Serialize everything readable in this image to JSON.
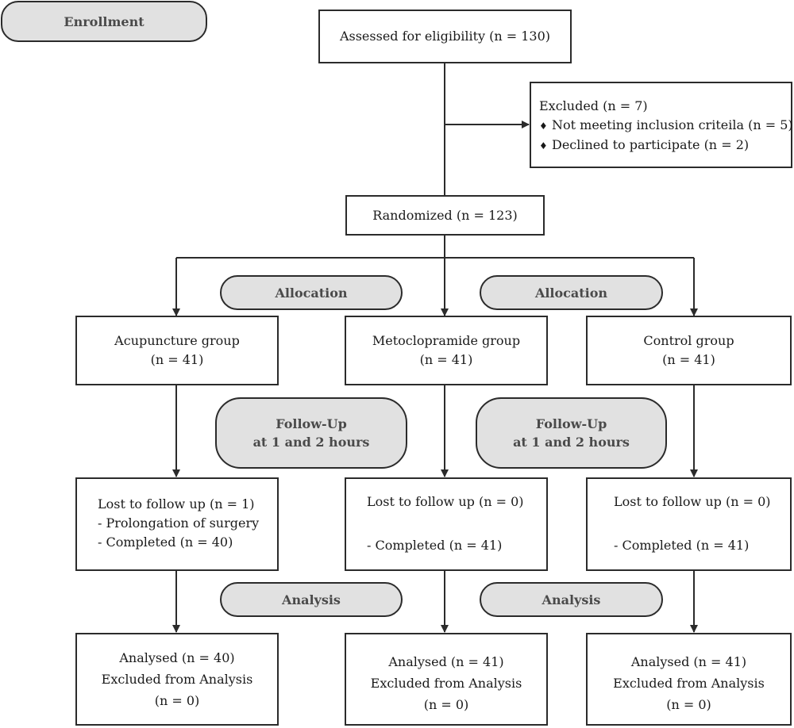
{
  "phases": {
    "enrollment": "Enrollment",
    "allocation": "Allocation",
    "follow_up": [
      "Follow-Up",
      "at 1 and 2 hours"
    ],
    "analysis": "Analysis"
  },
  "assessed": "Assessed for eligibility (n = 130)",
  "excluded": {
    "title": "Excluded (n = 7)",
    "bullet_symbol": "♦",
    "items": [
      "Not meeting inclusion criteila (n = 5)",
      "Declined to participate (n = 2)"
    ]
  },
  "randomized": "Randomized (n = 123)",
  "groups": [
    {
      "name": "Acupuncture group",
      "n": "(n = 41)",
      "follow_up": [
        "Lost to follow up (n = 1)",
        "- Prolongation of surgery",
        "- Completed (n = 40)"
      ],
      "analysis": [
        "Analysed (n = 40)",
        "Excluded from Analysis",
        "(n = 0)"
      ]
    },
    {
      "name": "Metoclopramide group",
      "n": "(n = 41)",
      "follow_up": [
        "Lost to follow up (n = 0)",
        "",
        "- Completed (n = 41)"
      ],
      "analysis": [
        "Analysed (n = 41)",
        "Excluded from Analysis",
        "(n = 0)"
      ]
    },
    {
      "name": "Control group",
      "n": "(n = 41)",
      "follow_up": [
        "Lost to follow up (n = 0)",
        "",
        "- Completed (n = 41)"
      ],
      "analysis": [
        "Analysed (n = 41)",
        "Excluded from Analysis",
        "(n = 0)"
      ]
    }
  ],
  "colors": {
    "line": "#2b2b2b",
    "pill_fill": "#e1e1e1",
    "pill_text": "#4a4a4a"
  }
}
